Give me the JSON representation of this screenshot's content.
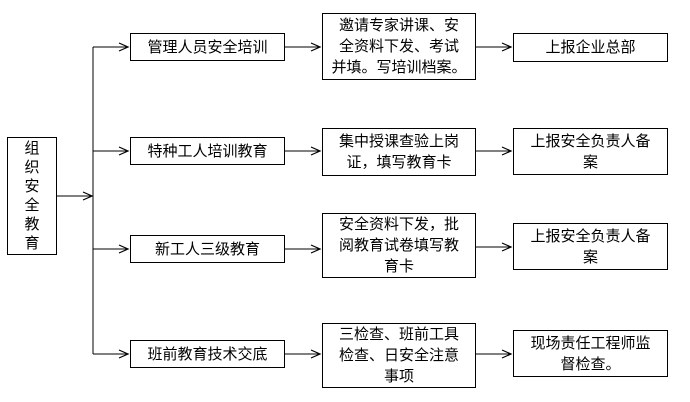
{
  "diagram": {
    "type": "flowchart",
    "colors": {
      "background": "#ffffff",
      "border": "#000000",
      "text": "#000000",
      "connector": "#000000"
    },
    "root": {
      "label": "组织安全教育",
      "orientation": "vertical"
    },
    "rows": [
      {
        "step": {
          "label": "管理人员安全培训"
        },
        "detail": {
          "label": "邀请专家讲课、安\n全资料下发、考试\n并填。写培训档案。"
        },
        "outcome": {
          "label": "上报企业总部"
        }
      },
      {
        "step": {
          "label": "特种工人培训教育"
        },
        "detail": {
          "label": "集中授课查验上岗\n证，填写教育卡"
        },
        "outcome": {
          "label": "上报安全负责人备\n案"
        }
      },
      {
        "step": {
          "label": "新工人三级教育"
        },
        "detail": {
          "label": "安全资料下发，批\n阅教育试卷填写教\n育卡"
        },
        "outcome": {
          "label": "上报安全负责人备\n案"
        }
      },
      {
        "step": {
          "label": "班前教育技术交底"
        },
        "detail": {
          "label": "三检查、班前工具\n检查、日安全注意\n事项"
        },
        "outcome": {
          "label": "现场责任工程师监\n督检查。"
        }
      }
    ]
  }
}
